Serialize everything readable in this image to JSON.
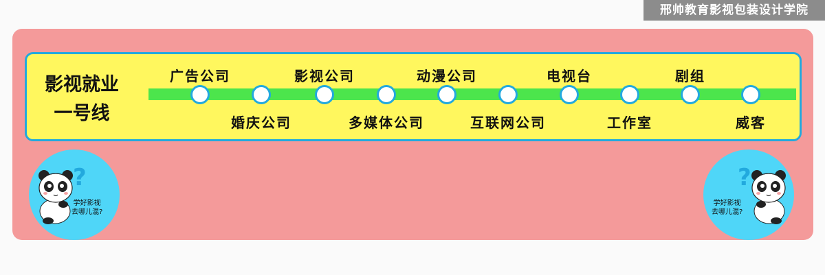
{
  "watermark": "邢帅教育影视包装设计学院",
  "line": {
    "title_line1": "影视就业",
    "title_line2": "一号线",
    "top_stations": [
      "广告公司",
      "影视公司",
      "动漫公司",
      "电视台",
      "剧组"
    ],
    "bottom_stations": [
      "婚庆公司",
      "多媒体公司",
      "互联网公司",
      "工作室",
      "威客"
    ]
  },
  "badges": {
    "caption_line1": "学好影视",
    "caption_line2": "去哪儿混?",
    "question_mark": "?"
  },
  "colors": {
    "board": "#f49a9a",
    "panel": "#fff75e",
    "track": "#4ce54c",
    "accent": "#22a9de",
    "badge": "#4fd6f8"
  }
}
